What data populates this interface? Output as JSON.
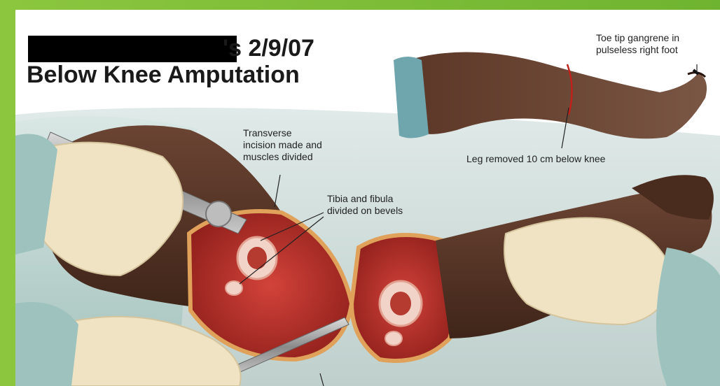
{
  "title": {
    "date_suffix": "'s 2/9/07",
    "procedure": "Below Knee Amputation"
  },
  "annotations": {
    "toe_gangrene": [
      "Toe tip gangrene in",
      "pulseless right foot"
    ],
    "leg_removed": "Leg removed 10 cm below knee",
    "transverse_incision": [
      "Transverse",
      "incision made and",
      "muscles divided"
    ],
    "tibia_fibula": [
      "Tibia and fibula",
      "divided on bevels"
    ]
  },
  "colors": {
    "frame_green": "#7dbd38",
    "skin": "#5a3a2a",
    "muscle": "#b3302a",
    "glove": "#efe2c0",
    "drape": "#bcd6d2"
  }
}
